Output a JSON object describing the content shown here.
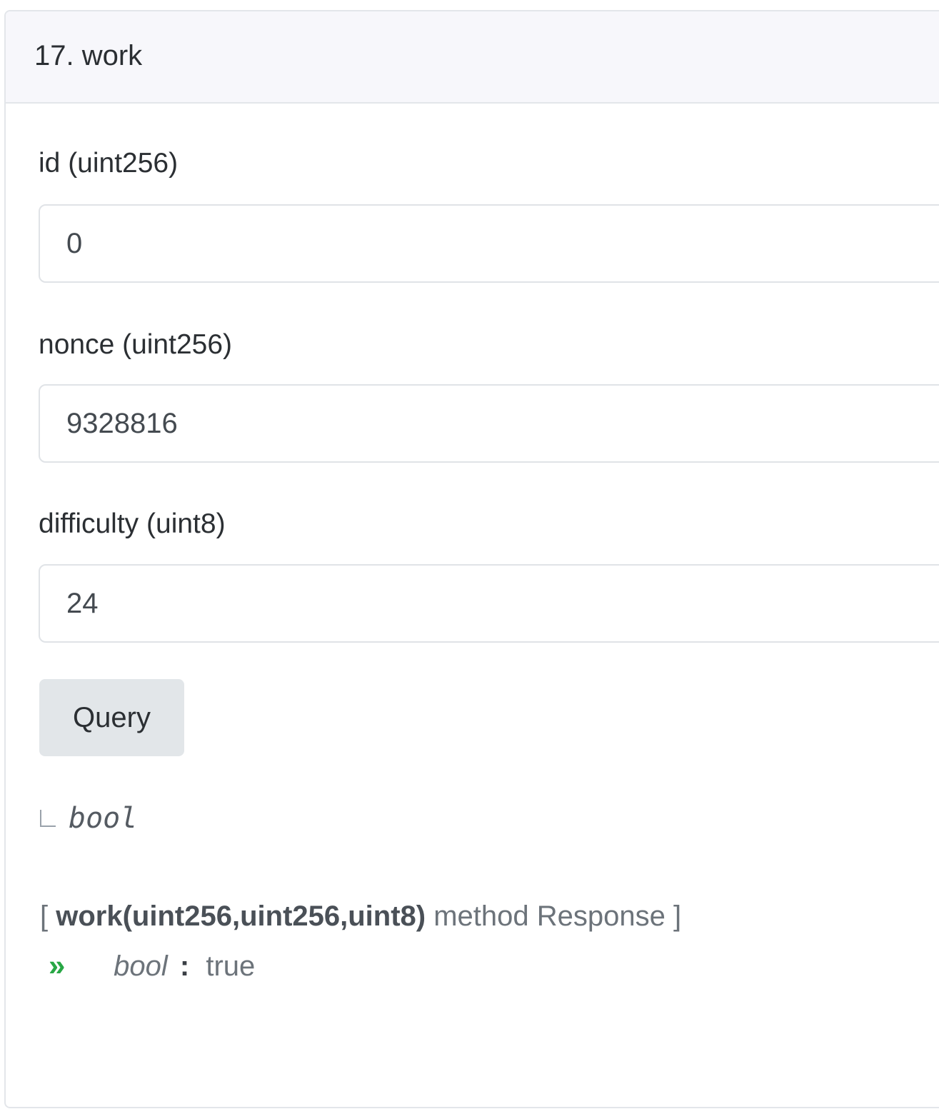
{
  "method": {
    "title": "17. work",
    "fields": [
      {
        "label": "id (uint256)",
        "value": "0"
      },
      {
        "label": "nonce (uint256)",
        "value": "9328816"
      },
      {
        "label": "difficulty (uint8)",
        "value": "24"
      }
    ],
    "query_label": "Query",
    "returns_type": "bool"
  },
  "response": {
    "open_bracket": "[",
    "signature": "work(uint256,uint256,uint8)",
    "suffix": "method Response",
    "close_bracket": "]",
    "result_type": "bool",
    "result_colon": ":",
    "result_value": "true",
    "icons": {
      "result_marker": "double-chevron-right-icon",
      "returns_marker": "corner-return-icon"
    },
    "accent_color": "#28a745"
  }
}
